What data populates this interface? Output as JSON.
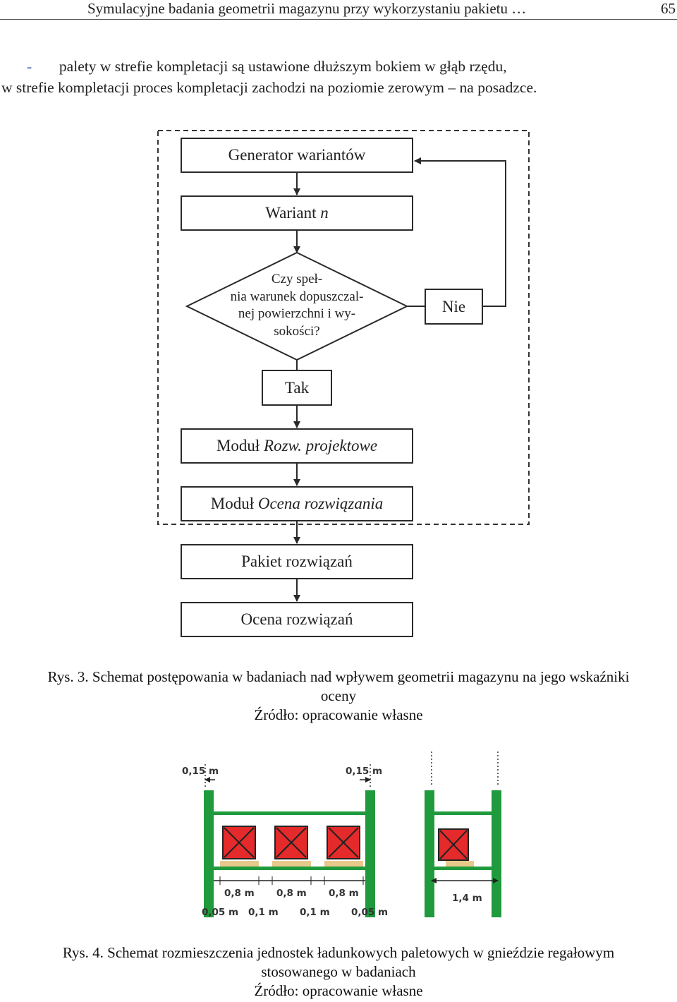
{
  "header": {
    "running_title": "Symulacyjne badania geometrii magazynu przy wykorzystaniu pakietu …",
    "page_number": "65"
  },
  "body": {
    "bullet_dash": "-",
    "bullet_text": "palety w strefie kompletacji są ustawione dłuższym bokiem w głąb rzędu,",
    "line2": "w strefie kompletacji proces kompletacji zachodzi na poziomie zerowym – na posadzce."
  },
  "flowchart": {
    "generator": "Generator wariantów",
    "wariant_label": "Wariant ",
    "wariant_var": "n",
    "decision_lines": [
      "Czy speł-",
      "nia warunek dopuszczal-",
      "nej powierzchni i wy-",
      "sokości?"
    ],
    "no_label": "Nie",
    "yes_label": "Tak",
    "modul_prefix": "Moduł ",
    "modul_rozw": "Rozw. projektowe",
    "modul_ocena": "Ocena rozwiązania",
    "pakiet": "Pakiet rozwiązań",
    "ocena": "Ocena rozwiązań"
  },
  "figure3": {
    "caption_line1": "Rys. 3. Schemat postępowania w badaniach nad wpływem geometrii magazynu na jego wskaźniki",
    "caption_line2": "oceny",
    "source": "Źródło: opracowanie własne"
  },
  "rack_diagram": {
    "top_clearance_left": "0,15 m",
    "top_clearance_right": "0,15 m",
    "pallet_widths": [
      "0,8 m",
      "0,8 m",
      "0,8 m"
    ],
    "gaps": [
      "0,05 m",
      "0,1 m",
      "0,1 m",
      "0,05 m"
    ],
    "depth": "1,4 m",
    "colors": {
      "upright": "#1f9a3c",
      "beam": "#1f9a3c",
      "load": "#e42a2a",
      "pallet": "#e8c98c",
      "dim_line": "#222222"
    }
  },
  "figure4": {
    "caption_line1": "Rys. 4. Schemat rozmieszczenia jednostek ładunkowych paletowych w gnieździe regałowym",
    "caption_line2": "stosowanego w badaniach",
    "source": "Źródło: opracowanie własne"
  }
}
